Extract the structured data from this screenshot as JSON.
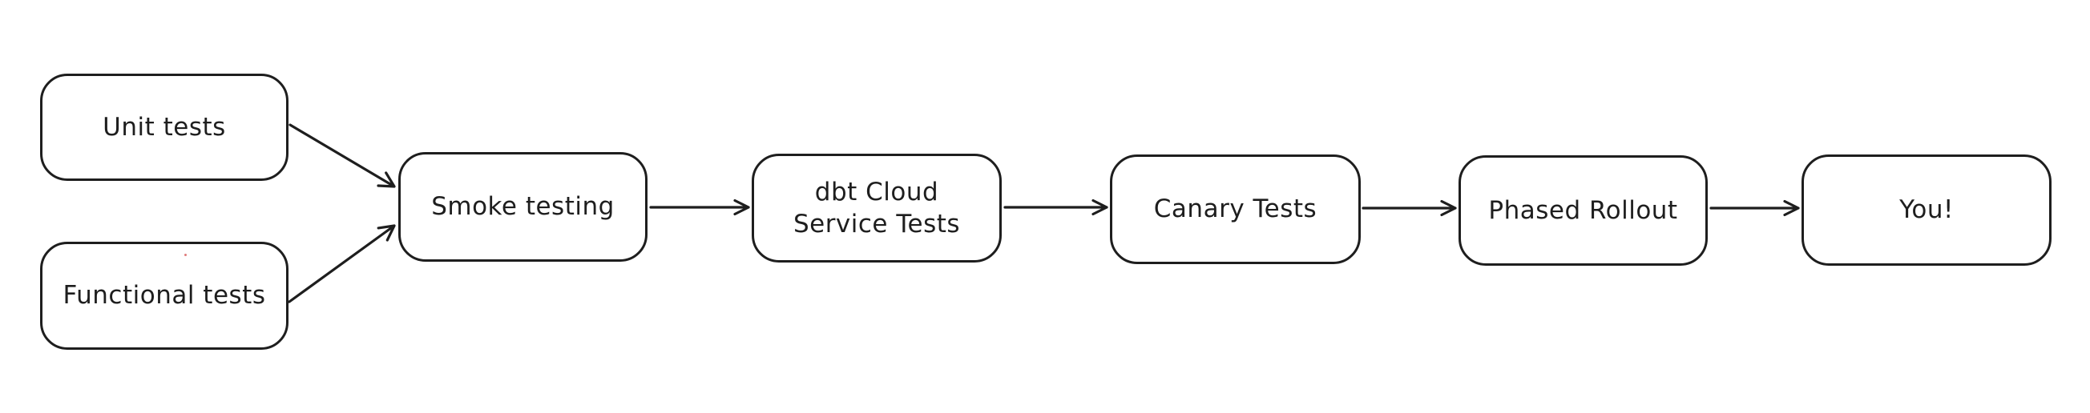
{
  "diagram": {
    "type": "flowchart",
    "style": "hand-drawn (Excalidraw-like)",
    "background_color": "#ffffff",
    "stroke_color": "#1e1e1e",
    "node_fill_color": "#ffffff",
    "artifact_dot_color": "#e07a7a",
    "nodes": [
      {
        "id": "unit-tests",
        "label": "Unit tests"
      },
      {
        "id": "functional-tests",
        "label": "Functional tests"
      },
      {
        "id": "smoke-testing",
        "label": "Smoke testing"
      },
      {
        "id": "dbt-cloud-service-tests",
        "label": "dbt Cloud\nService Tests"
      },
      {
        "id": "canary-tests",
        "label": "Canary Tests"
      },
      {
        "id": "phased-rollout",
        "label": "Phased Rollout"
      },
      {
        "id": "you",
        "label": "You!"
      }
    ],
    "edges": [
      {
        "from": "unit-tests",
        "to": "smoke-testing"
      },
      {
        "from": "functional-tests",
        "to": "smoke-testing"
      },
      {
        "from": "smoke-testing",
        "to": "dbt-cloud-service-tests"
      },
      {
        "from": "dbt-cloud-service-tests",
        "to": "canary-tests"
      },
      {
        "from": "canary-tests",
        "to": "phased-rollout"
      },
      {
        "from": "phased-rollout",
        "to": "you"
      }
    ]
  }
}
